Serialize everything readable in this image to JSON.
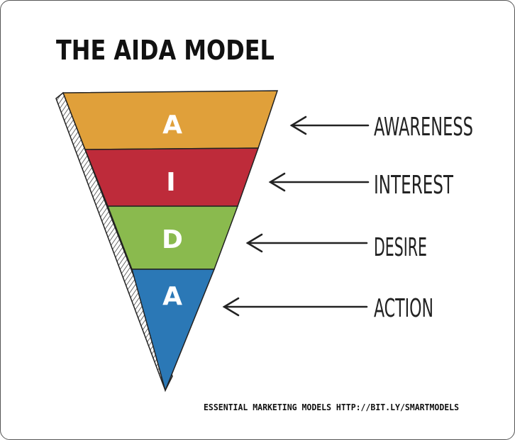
{
  "title": "THE AIDA MODEL",
  "stages": [
    {
      "letter": "A",
      "label": "AWARENESS",
      "color": "#e0a03a"
    },
    {
      "letter": "I",
      "label": "INTEREST",
      "color": "#be2b3a"
    },
    {
      "letter": "D",
      "label": "DESIRE",
      "color": "#8aba4e"
    },
    {
      "letter": "A",
      "label": "ACTION",
      "color": "#2b78b6"
    }
  ],
  "footer": "ESSENTIAL MARKETING MODELS HTTP://BIT.LY/SMARTMODELS",
  "icons": [
    "arrow-left-icon"
  ]
}
